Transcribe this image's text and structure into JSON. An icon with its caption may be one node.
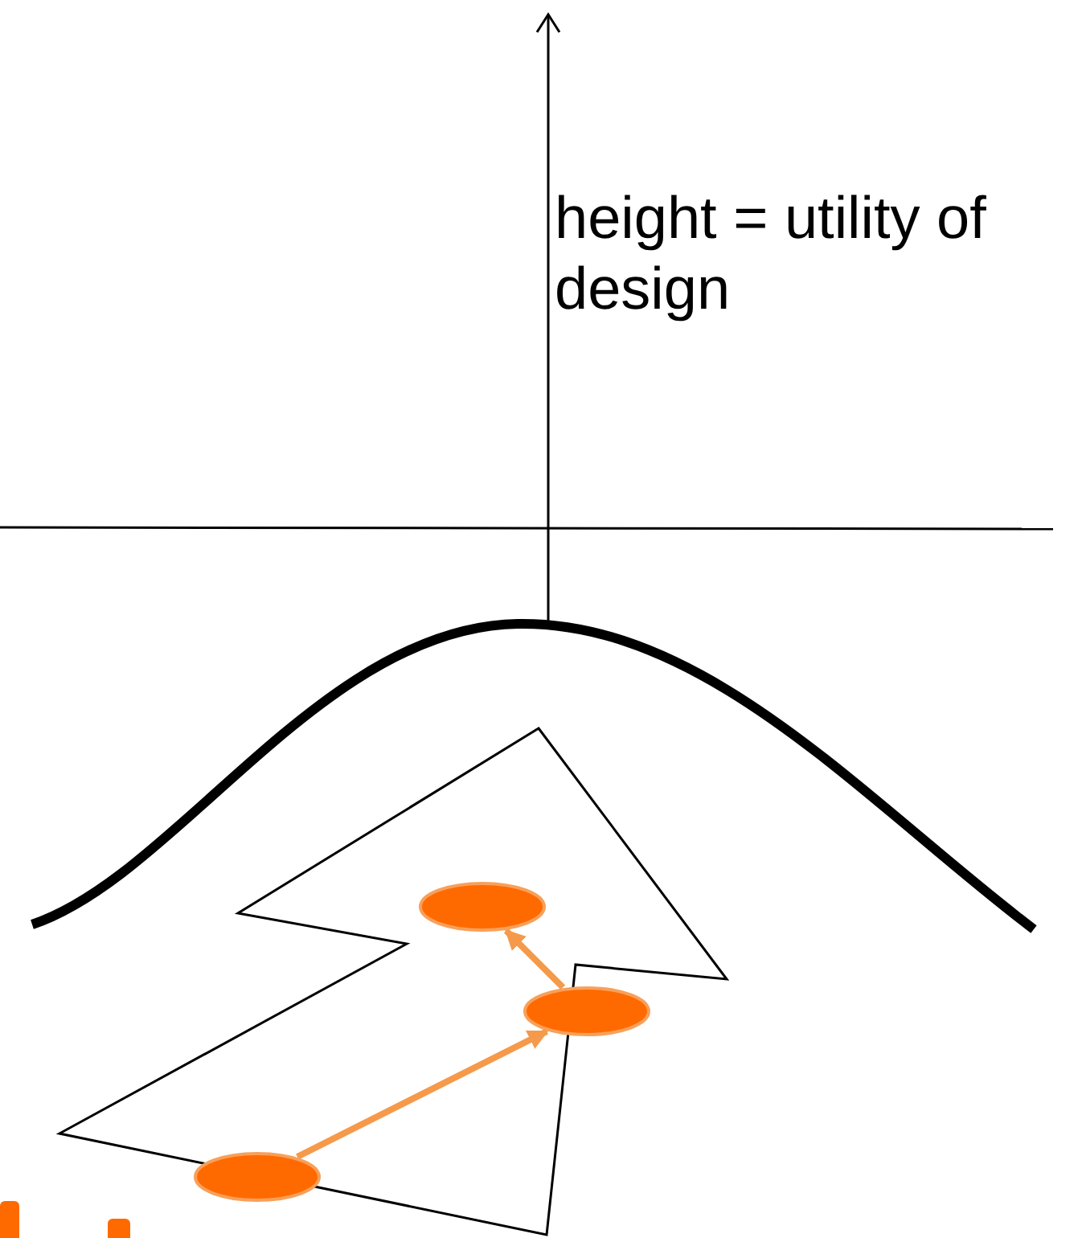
{
  "diagram": {
    "nodes": [
      {
        "text": [],
        "shape": "ellipse"
      },
      {
        "text": [],
        "shape": "ellipse"
      },
      {
        "text": [],
        "shape": "ellipse"
      }
    ],
    "edges": [
      {
        "from": 2,
        "to": 1,
        "arrow": "to"
      },
      {
        "from": 1,
        "to": 0,
        "arrow": "to"
      }
    ],
    "labels": [
      "height = utility of design"
    ]
  }
}
